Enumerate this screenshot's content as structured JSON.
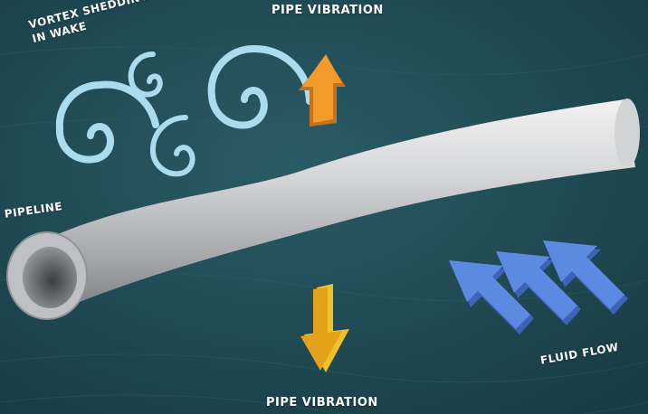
{
  "labels": {
    "pipe_vibration_top": "PIPE VIBRATION",
    "pipe_vibration_bottom": "PIPE VIBRATION",
    "vortex_line1": "VORTEX SHEDDING",
    "vortex_line2": "IN WAKE",
    "pipeline": "PIPELINE",
    "fluid_flow": "FLUID FLOW"
  },
  "colors": {
    "background": "#1e4650",
    "vortex": "#9fd7e8",
    "arrow_up": "#f2941f",
    "arrow_down": "#e7a51c",
    "flow_arrow": "#4f7fd6",
    "pipe": "#c9cacc"
  },
  "icons": {
    "vortex": "spiral-icon",
    "vibration": "arrow-icon",
    "flow": "arrow-icon"
  }
}
